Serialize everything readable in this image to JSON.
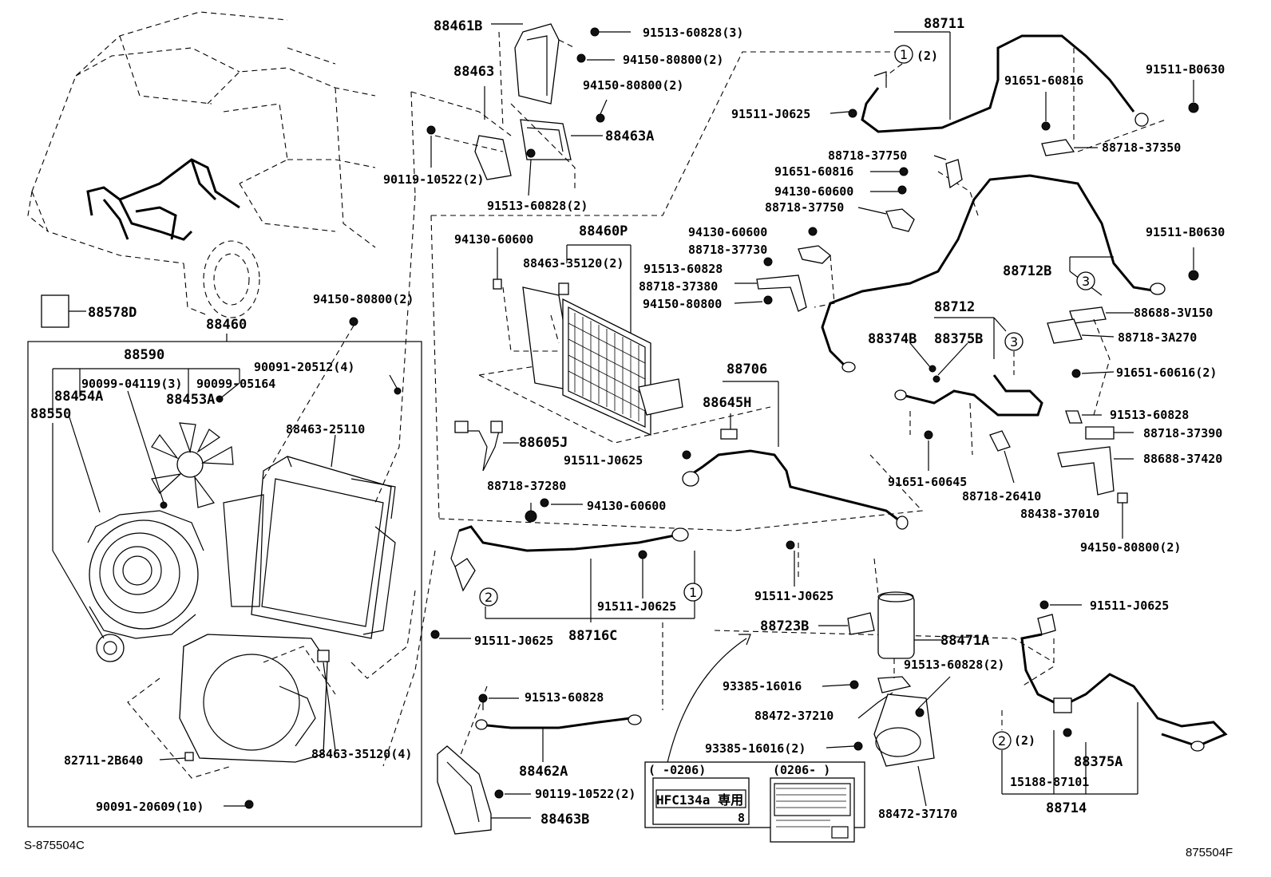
{
  "labels": {
    "p88461B": "88461B",
    "p91513_60828_3": "91513-60828(3)",
    "p94150_80800_2a": "94150-80800(2)",
    "p88463": "88463",
    "p94150_80800_2b": "94150-80800(2)",
    "p88463A": "88463A",
    "p90119_10522_2a": "90119-10522(2)",
    "p91513_60828_2a": "91513-60828(2)",
    "p88711": "88711",
    "c1_2": "(2)",
    "p91511_J0625_a": "91511-J0625",
    "p91651_60816_a": "91651-60816",
    "p91511_B0630_a": "91511-B0630",
    "p88718_37350": "88718-37350",
    "p88718_37750_a": "88718-37750",
    "p91651_60816_b": "91651-60816",
    "p94130_60600_a": "94130-60600",
    "p88718_37750_b": "88718-37750",
    "p94130_60600_b": "94130-60600",
    "p88718_37730": "88718-37730",
    "p91513_60828_a": "91513-60828",
    "p88718_37380": "88718-37380",
    "p94150_80800_a": "94150-80800",
    "p91511_B0630_b": "91511-B0630",
    "p88712B": "88712B",
    "p88688_3V150": "88688-3V150",
    "p88718_3A270": "88718-3A270",
    "p91651_60616_2": "91651-60616(2)",
    "p88712": "88712",
    "p88374B": "88374B",
    "p88375B": "88375B",
    "p91513_60828_b": "91513-60828",
    "p88718_37390": "88718-37390",
    "p88688_37420": "88688-37420",
    "p91651_60645": "91651-60645",
    "p88718_26410": "88718-26410",
    "p88438_37010": "88438-37010",
    "p94150_80800_2c": "94150-80800(2)",
    "p94130_60600_c": "94130-60600",
    "p88460P": "88460P",
    "p88463_35120_2": "88463-35120(2)",
    "p88706": "88706",
    "p88645H": "88645H",
    "p88605J": "88605J",
    "p91511_J0625_b": "91511-J0625",
    "p88718_37280": "88718-37280",
    "p94130_60600_d": "94130-60600",
    "p91511_J0625_c": "91511-J0625",
    "p91511_J0625_d": "91511-J0625",
    "p88716C": "88716C",
    "p91511_J0625_e": "91511-J0625",
    "p91511_J0625_f": "91511-J0625",
    "p88723B": "88723B",
    "p88471A": "88471A",
    "p91513_60828_2b": "91513-60828(2)",
    "p93385_16016": "93385-16016",
    "p88472_37210": "88472-37210",
    "p93385_16016_2": "93385-16016(2)",
    "p88472_37170": "88472-37170",
    "p91513_60828_c": "91513-60828",
    "p88462A": "88462A",
    "p90119_10522_2b": "90119-10522(2)",
    "p88463B": "88463B",
    "p88578D": "88578D",
    "p94150_80800_2d": "94150-80800(2)",
    "p88460": "88460",
    "p88590": "88590",
    "p90091_20512_4": "90091-20512(4)",
    "p90099_04119_3": "90099-04119(3)",
    "p90099_05164": "90099-05164",
    "p88454A": "88454A",
    "p88453A": "88453A",
    "p88550": "88550",
    "p88463_25110": "88463-25110",
    "p82711_2B640": "82711-2B640",
    "p88463_35120_4": "88463-35120(4)",
    "p90091_20609_10": "90091-20609(10)",
    "c2_2": "(2)",
    "p88375A": "88375A",
    "p15188_87101": "15188-87101",
    "p88714": "88714",
    "num1": "1",
    "num2": "2",
    "num3": "3"
  },
  "label_plates": {
    "left_range": "(      -0206)",
    "left_text": "HFC134a 専用",
    "left_num": "8",
    "right_range": "(0206-      )"
  },
  "footer": {
    "left_code": "S-875504C",
    "right_code": "875504F"
  },
  "colors": {
    "ink": "#000000",
    "paper": "#ffffff"
  }
}
